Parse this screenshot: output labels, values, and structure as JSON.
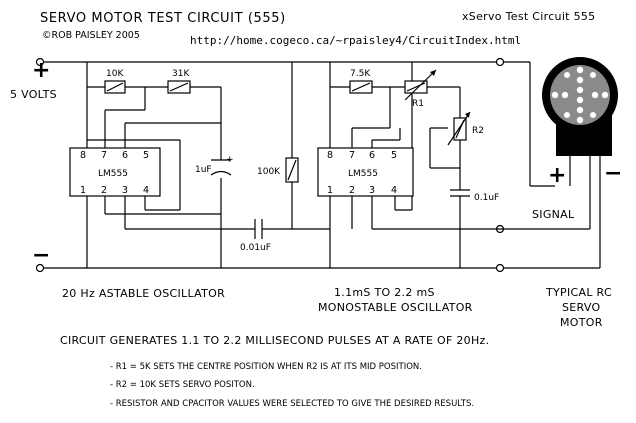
{
  "header": {
    "title": "SERVO MOTOR TEST CIRCUIT (555)",
    "copyright": "©ROB PAISLEY 2005",
    "window_title": "xServo Test Circuit 555",
    "url": "http://home.cogeco.ca/~rpaisley4/CircuitIndex.html"
  },
  "supply": {
    "plus": "+",
    "minus": "−",
    "voltage": "5 VOLTS"
  },
  "astable": {
    "r1": "10K",
    "r2": "31K",
    "cap": "1uF",
    "cap_polarity": "+",
    "chip": "LM555",
    "pins_top": [
      "8",
      "7",
      "6",
      "5"
    ],
    "pins_bottom": [
      "1",
      "2",
      "3",
      "4"
    ],
    "caption": "20 Hz ASTABLE OSCILLATOR"
  },
  "coupling": {
    "resistor": "100K",
    "cap": "0.01uF"
  },
  "monostable": {
    "r_fixed": "7.5K",
    "r1": "R1",
    "r2": "R2",
    "cap": "0.1uF",
    "chip": "LM555",
    "pins_top": [
      "8",
      "7",
      "6",
      "5"
    ],
    "pins_bottom": [
      "1",
      "2",
      "3",
      "4"
    ],
    "caption_line1": "1.1mS TO 2.2 mS",
    "caption_line2": "MONOSTABLE OSCILLATOR"
  },
  "servo": {
    "plus": "+",
    "minus": "−",
    "signal": "SIGNAL",
    "caption_line1": "TYPICAL RC",
    "caption_line2": "SERVO",
    "caption_line3": "MOTOR"
  },
  "summary": "CIRCUIT GENERATES 1.1 TO 2.2 MILLISECOND PULSES AT A RATE OF 20Hz.",
  "notes": [
    "- R1 = 5K  SETS THE CENTRE POSITION WHEN R2 IS AT ITS MID POSITION.",
    "- R2 = 10K  SETS SERVO POSITON.",
    "- RESISTOR AND CPACITOR VALUES WERE SELECTED TO GIVE THE DESIRED RESULTS."
  ]
}
